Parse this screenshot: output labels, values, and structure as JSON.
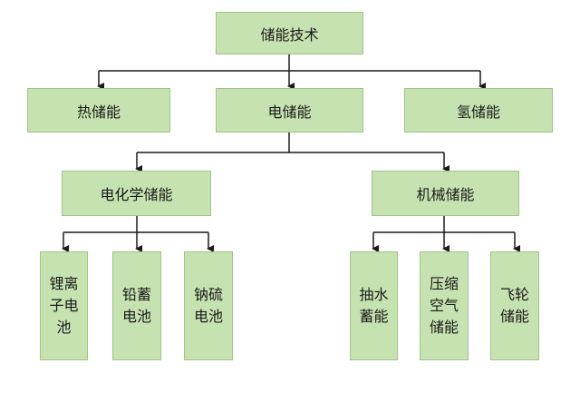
{
  "nodes": {
    "root": "储能技术",
    "thermal": "热储能",
    "electric": "电储能",
    "hydrogen": "氢储能",
    "electrochemical": "电化学储能",
    "mechanical": "机械储能",
    "li_ion": "锂离\n子电\n池",
    "lead_acid": "铅蓄\n电池",
    "na_s": "钠硫\n电池",
    "pumped_hydro": "抽水\n蓄能",
    "compressed_air": "压缩\n空气\n储能",
    "flywheel": "飞轮\n储能"
  },
  "colors": {
    "box_fill": "#c6e2b0",
    "box_border": "#9fc489",
    "line": "#1a1a1a"
  }
}
